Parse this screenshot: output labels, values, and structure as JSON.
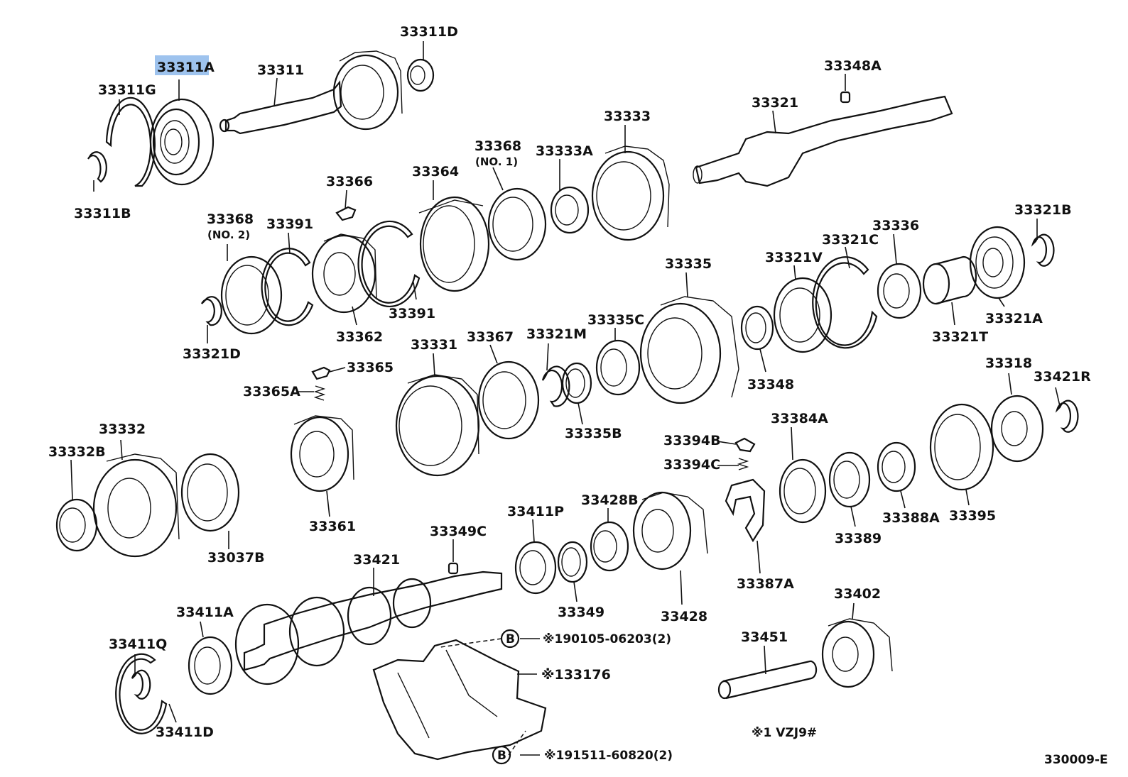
{
  "labels": {
    "p33311A": "33311A",
    "p33311": "33311",
    "p33311D": "33311D",
    "p33311G": "33311G",
    "p33311B": "33311B",
    "p33348A": "33348A",
    "p33321": "33321",
    "p33333": "33333",
    "p33368_1": "33368",
    "p33368_1_sub": "(NO. 1)",
    "p33333A": "33333A",
    "p33364": "33364",
    "p33366": "33366",
    "p33368_2": "33368",
    "p33368_2_sub": "(NO. 2)",
    "p33391a": "33391",
    "p33391b": "33391",
    "p33362": "33362",
    "p33321D": "33321D",
    "p33321B": "33321B",
    "p33336": "33336",
    "p33321C": "33321C",
    "p33321V": "33321V",
    "p33335": "33335",
    "p33321A": "33321A",
    "p33321T": "33321T",
    "p33331": "33331",
    "p33367": "33367",
    "p33321M": "33321M",
    "p33335C": "33335C",
    "p33348": "33348",
    "p33365": "33365",
    "p33365A": "33365A",
    "p33335B": "33335B",
    "p33318": "33318",
    "p33421R": "33421R",
    "p33384A": "33384A",
    "p33394B": "33394B",
    "p33394C": "33394C",
    "p33332": "33332",
    "p33332B": "33332B",
    "p33361": "33361",
    "p33037B": "33037B",
    "p33411P": "33411P",
    "p33428B": "33428B",
    "p33349C": "33349C",
    "p33389": "33389",
    "p33388A": "33388A",
    "p33395": "33395",
    "p33421": "33421",
    "p33387A": "33387A",
    "p33349": "33349",
    "p33428": "33428",
    "p33402": "33402",
    "p33411A": "33411A",
    "p33411Q": "33411Q",
    "p33451": "33451",
    "p33411D": "33411D"
  },
  "refs": {
    "bolt1_marker": "B",
    "bolt1_text": "※190105-06203(2)",
    "cover_text": "※133176",
    "bolt2_marker": "B",
    "bolt2_text": "※191511-60820(2)",
    "note": "※1 VZJ9#"
  },
  "figure_code": "330009-E",
  "colors": {
    "highlight": "#9ec3ee",
    "ink": "#111111"
  }
}
